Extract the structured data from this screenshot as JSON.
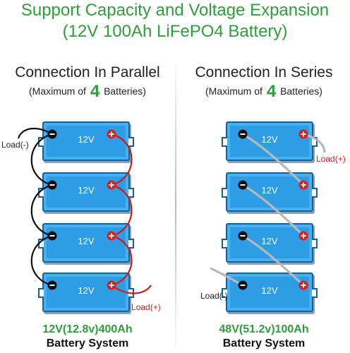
{
  "header": {
    "title_line1": "Support Capacity and Voltage Expansion",
    "title_line2": "(12V 100Ah LiFePO4 Battery)"
  },
  "parallel": {
    "title": "Connection In Parallel",
    "sub_pre": "(Maximum of",
    "sub_num": "4",
    "sub_post": "Batteries)",
    "load_neg": "Load(-)",
    "load_pos": "Load(+)",
    "capacity": "12V(12.8v)400Ah",
    "system": "Battery System"
  },
  "series": {
    "title": "Connection In Series",
    "sub_pre": "(Maximum of",
    "sub_num": "4",
    "sub_post": "Batteries)",
    "load_pos": "Load(+)",
    "load_neg": "Load(-)",
    "capacity": "48V(51.2v)100Ah",
    "system": "Battery System"
  },
  "battery": {
    "label": "12V",
    "count_per_panel": 4
  },
  "colors": {
    "accent_green": "#2e9e3a",
    "battery_blue": "#2f9de6",
    "positive_red": "#d8201e",
    "load_red": "#d0201c",
    "series_wire_gray": "#b8b8b8"
  }
}
